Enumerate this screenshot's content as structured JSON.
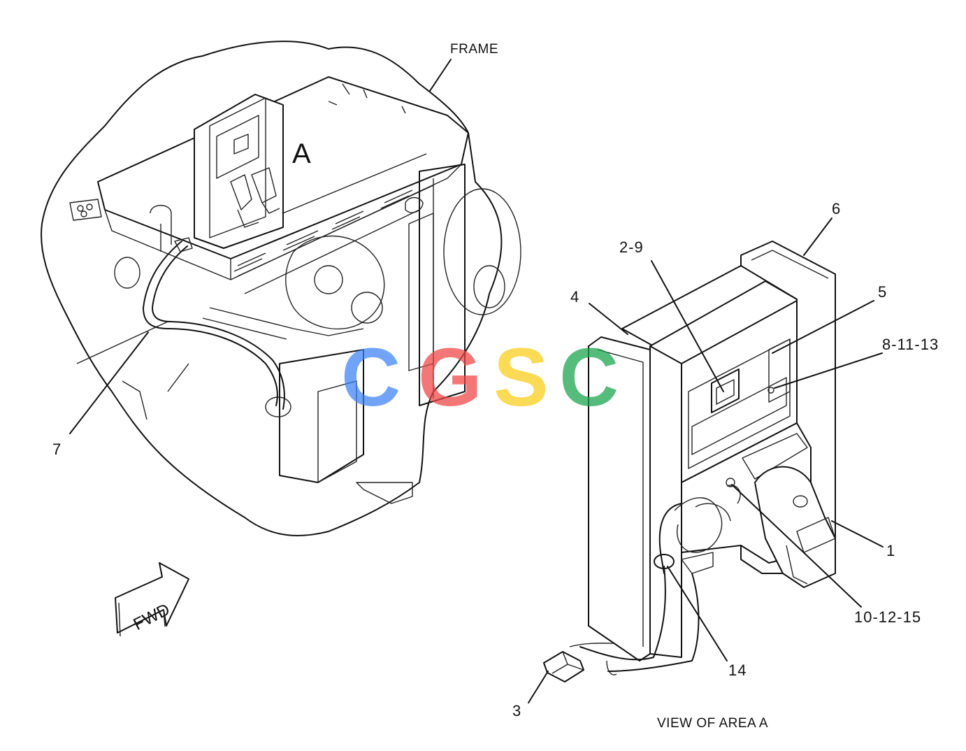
{
  "callouts": {
    "frame": "FRAME",
    "area": "A",
    "c7": "7",
    "c6": "6",
    "c2_9": "2-9",
    "c4": "4",
    "c5": "5",
    "c8_11_13": "8-11-13",
    "c1": "1",
    "c10_12_15": "10-12-15",
    "c14": "14",
    "c3": "3"
  },
  "caption": "VIEW OF AREA A",
  "fwd_arrow": "FWD",
  "watermark": {
    "letters": [
      "C",
      "G",
      "S",
      "C"
    ],
    "colors": [
      "#3b82f6",
      "#ef4444",
      "#facc15",
      "#16a34a"
    ]
  }
}
